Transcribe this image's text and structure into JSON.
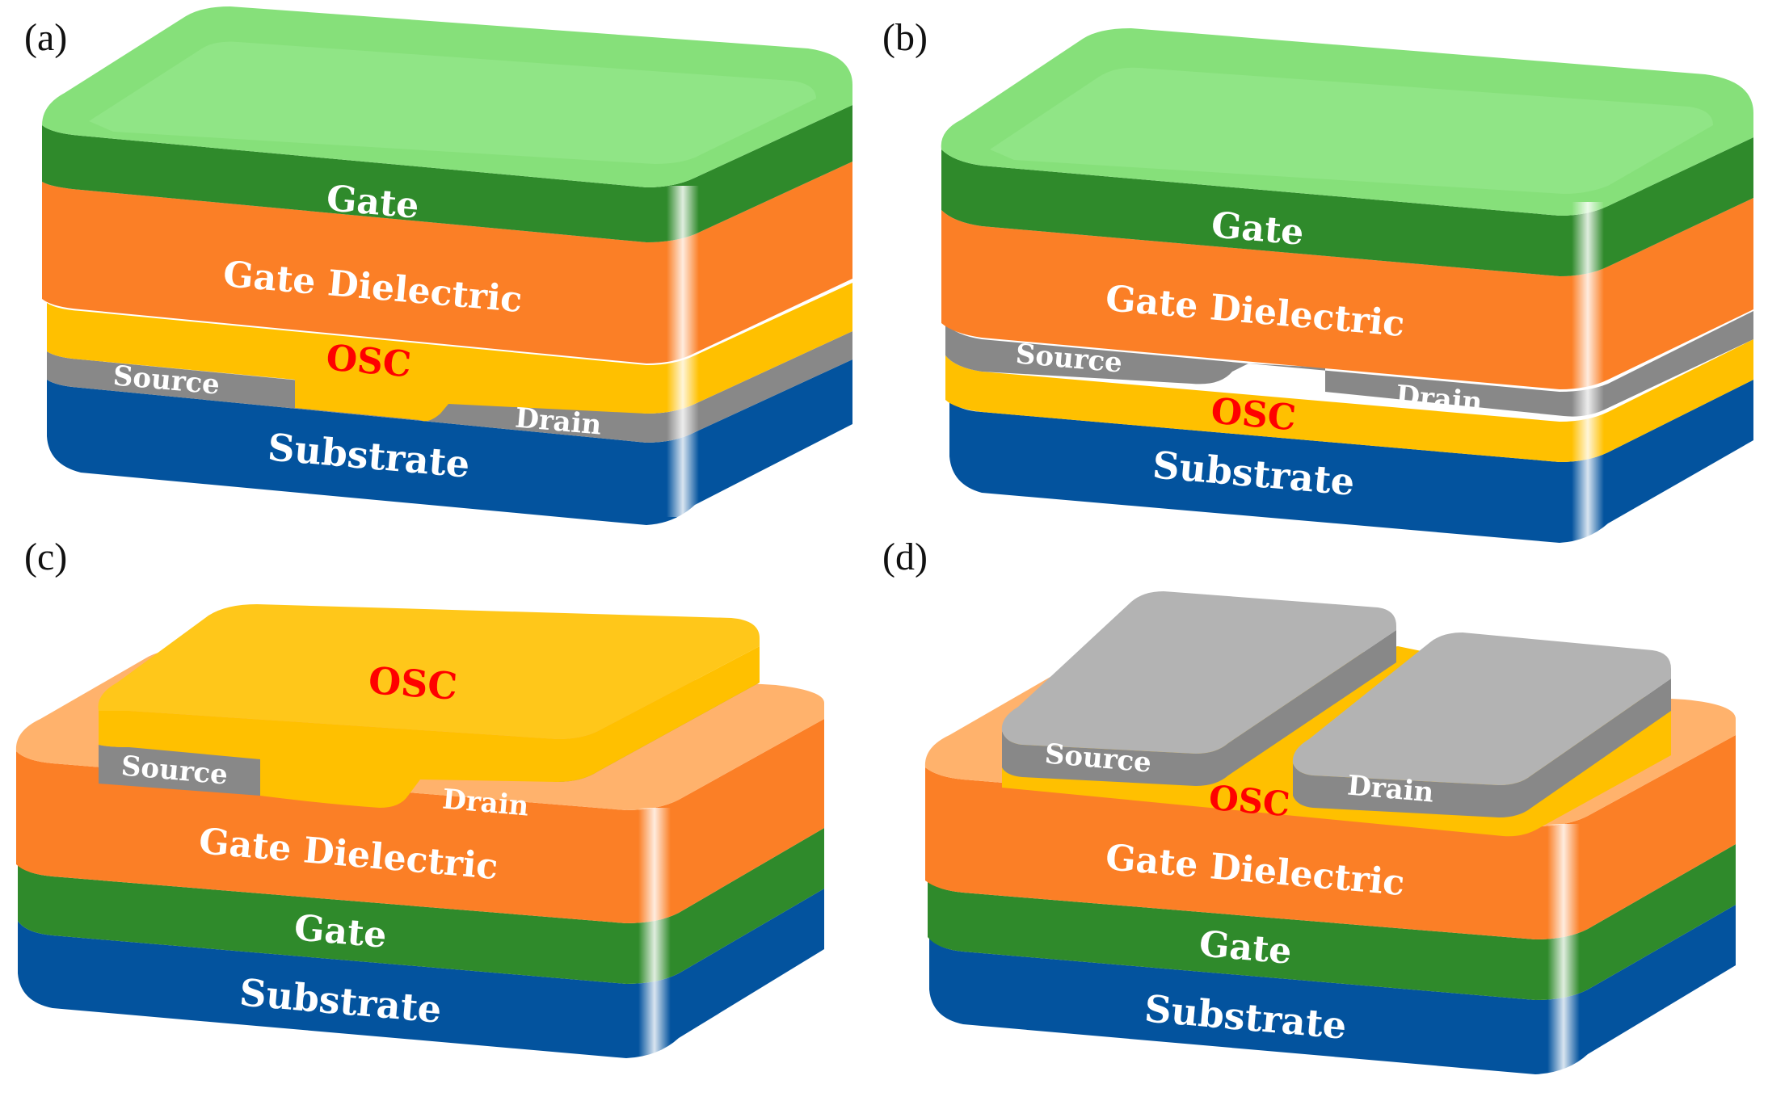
{
  "colors": {
    "gate": "#2f8a2b",
    "gate_top": "#86e07a",
    "dielectric": "#fb7f26",
    "dielectric_top": "#ffb26c",
    "osc": "#ffc000",
    "osc_top": "#ffc71a",
    "electrode": "#888888",
    "electrode_top": "#b3b3b3",
    "substrate": "#03539e",
    "osc_text": "#ff0000",
    "label_text": "#ffffff"
  },
  "panels": {
    "a": {
      "label": "(a)",
      "gate": "Gate",
      "dielectric": "Gate Dielectric",
      "osc": "OSC",
      "source": "Source",
      "drain": "Drain",
      "substrate": "Substrate"
    },
    "b": {
      "label": "(b)",
      "gate": "Gate",
      "dielectric": "Gate Dielectric",
      "osc": "OSC",
      "source": "Source",
      "drain": "Drain",
      "substrate": "Substrate"
    },
    "c": {
      "label": "(c)",
      "osc": "OSC",
      "source": "Source",
      "drain": "Drain",
      "dielectric": "Gate Dielectric",
      "gate": "Gate",
      "substrate": "Substrate"
    },
    "d": {
      "label": "(d)",
      "source": "Source",
      "drain": "Drain",
      "osc": "OSC",
      "dielectric": "Gate Dielectric",
      "gate": "Gate",
      "substrate": "Substrate"
    }
  }
}
